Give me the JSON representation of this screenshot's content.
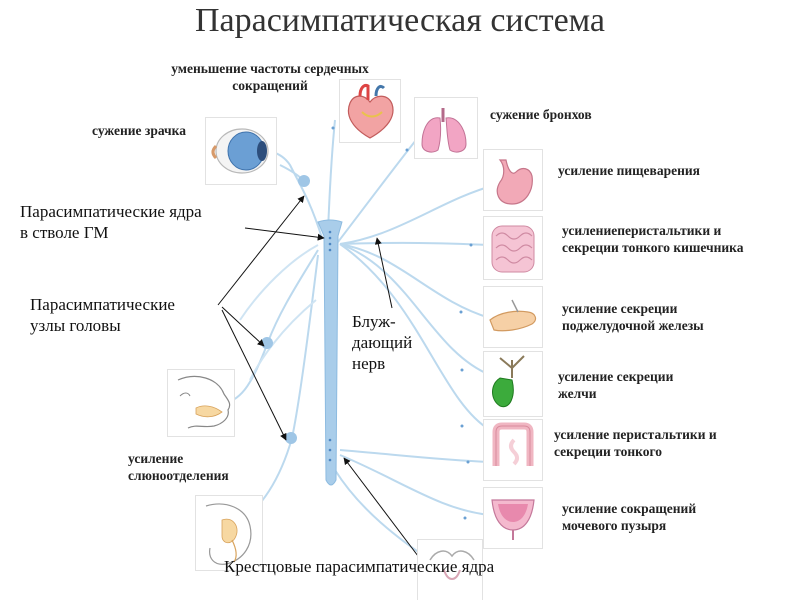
{
  "title": "Парасимпатическая система",
  "organs": {
    "heart": "уменьшение частоты сердечных\nсокращений",
    "pupil": "сужение зрачка",
    "bronchi": "сужение бронхов",
    "digestion": "усиление пищеварения",
    "small_intestine": "усилениеперистальтики и\nсекреции тонкого кишечника",
    "pancreas": "усиление секреции\nподжелудочной железы",
    "bile": "усиление секреции\nжелчи",
    "colon": "усиление перистальтики и\nсекреции тонкого",
    "bladder": "усиление сокращений\nмочевого пузыря",
    "saliva": "усиление\nслюноотделения"
  },
  "annotations": {
    "brainstem_nuclei": "Парасимпатические ядра\nв стволе ГМ",
    "head_ganglia": "Парасимпатические\n узлы головы",
    "vagus": "Блуж-\nдающий\n нерв",
    "sacral_nuclei": "Крестцовые парасимпатические ядра"
  },
  "colors": {
    "nerve": "#bcd9ee",
    "spine": "#a9cdea",
    "ganglion": "#9fc6e6",
    "arrow": "#111111",
    "frame": "#e2e2e2"
  },
  "icons": [
    "heart-icon",
    "eye-icon",
    "lungs-icon",
    "stomach-icon",
    "intestine-icon",
    "pancreas-icon",
    "gallbladder-icon",
    "colon-icon",
    "bladder-icon",
    "face-icon",
    "ear-icon",
    "pelvis-icon"
  ]
}
